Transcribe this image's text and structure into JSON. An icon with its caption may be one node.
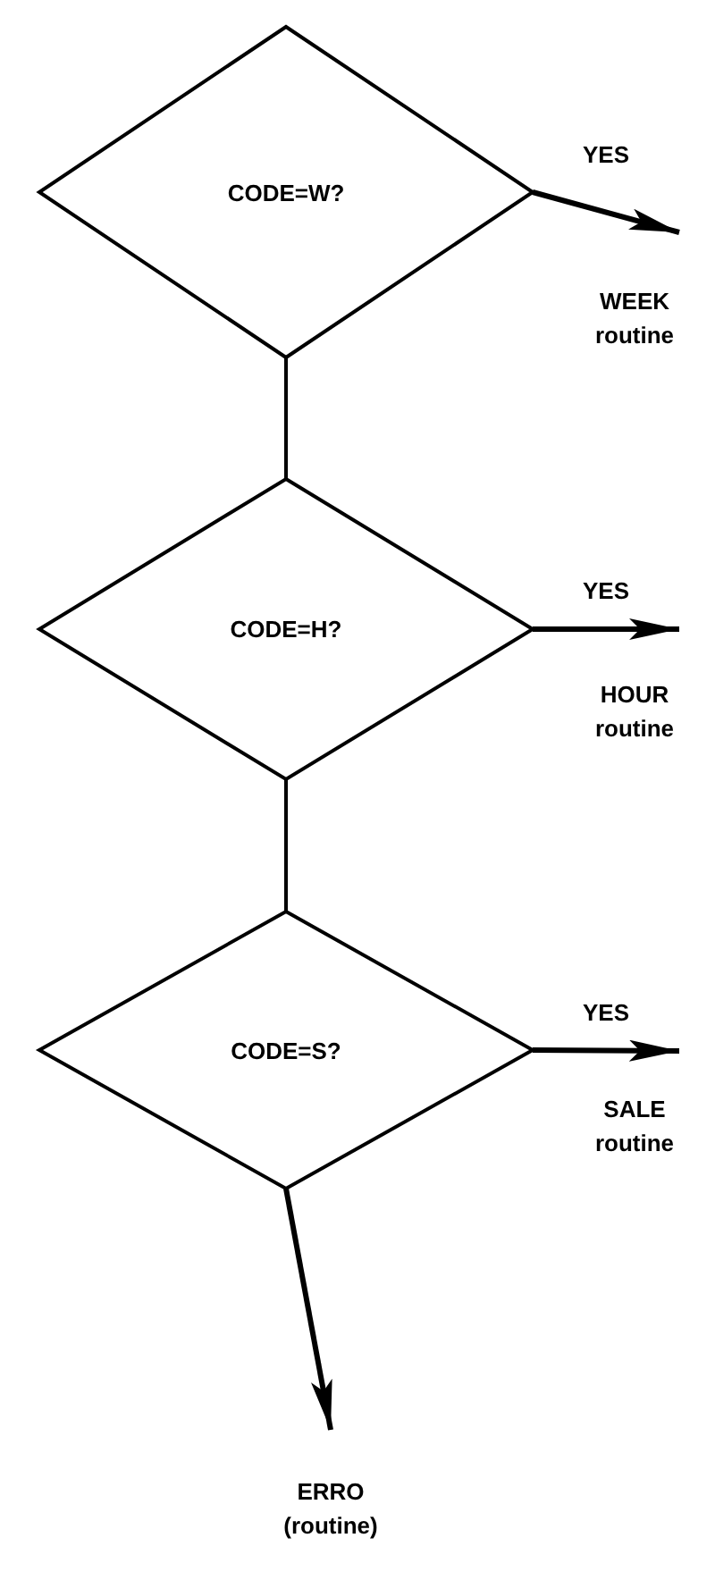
{
  "diagram": {
    "nodes": [
      {
        "text": [
          "CODE=W?"
        ]
      },
      {
        "text": [
          "CODE=H?"
        ]
      },
      {
        "text": [
          "CODE=S?"
        ]
      }
    ],
    "edges": [
      {
        "from": 0,
        "to": 1,
        "arrow": "none"
      },
      {
        "from": 1,
        "to": 2,
        "arrow": "none"
      },
      {
        "from": 0,
        "to": null,
        "arrow": "to",
        "label": "YES"
      },
      {
        "from": 1,
        "to": null,
        "arrow": "to",
        "label": "YES"
      },
      {
        "from": 2,
        "to": null,
        "arrow": "to",
        "label": "YES"
      },
      {
        "from": 2,
        "to": null,
        "arrow": "to"
      }
    ],
    "labels": [
      "WEEK routine",
      "HOUR routine",
      "SALE routine",
      "ERRO (routine)"
    ]
  }
}
